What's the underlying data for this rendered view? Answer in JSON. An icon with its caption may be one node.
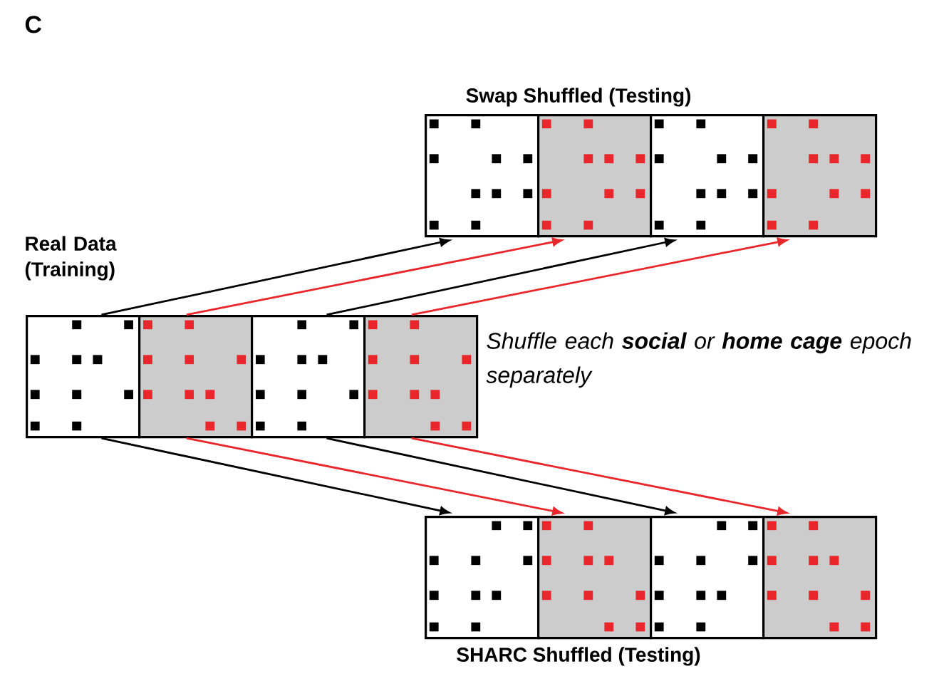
{
  "diagram": {
    "nodes": [
      {
        "text": [],
        "shape": "box"
      },
      {
        "text": [],
        "shape": "box"
      },
      {
        "text": [],
        "shape": "box"
      },
      {
        "text": [],
        "shape": "box"
      },
      {
        "text": [],
        "shape": "box"
      },
      {
        "text": [],
        "shape": "box"
      },
      {
        "text": [],
        "shape": "box"
      },
      {
        "text": [],
        "shape": "box"
      },
      {
        "text": [],
        "shape": "box"
      },
      {
        "text": [],
        "shape": "box"
      },
      {
        "text": [],
        "shape": "box"
      },
      {
        "text": [],
        "shape": "box"
      }
    ],
    "edges": [
      {
        "from": 4,
        "to": 0,
        "arrow": "to"
      },
      {
        "from": 5,
        "to": 1,
        "arrow": "to",
        "color": "#e8262b"
      },
      {
        "from": 6,
        "to": 2,
        "arrow": "to"
      },
      {
        "from": 7,
        "to": 3,
        "arrow": "to",
        "color": "#e8262b"
      },
      {
        "from": 4,
        "to": 8,
        "arrow": "to"
      },
      {
        "from": 5,
        "to": 9,
        "arrow": "to",
        "color": "#e8262b"
      },
      {
        "from": 6,
        "to": 10,
        "arrow": "to"
      },
      {
        "from": 7,
        "to": 11,
        "arrow": "to",
        "color": "#e8262b"
      }
    ],
    "labels": [
      "C",
      "Swap Shuffled (Testing)",
      "Real Data (Training)",
      "Shuffle each **social** or **home cage** epoch separately",
      "SHARC Shuffled (Testing)"
    ]
  }
}
